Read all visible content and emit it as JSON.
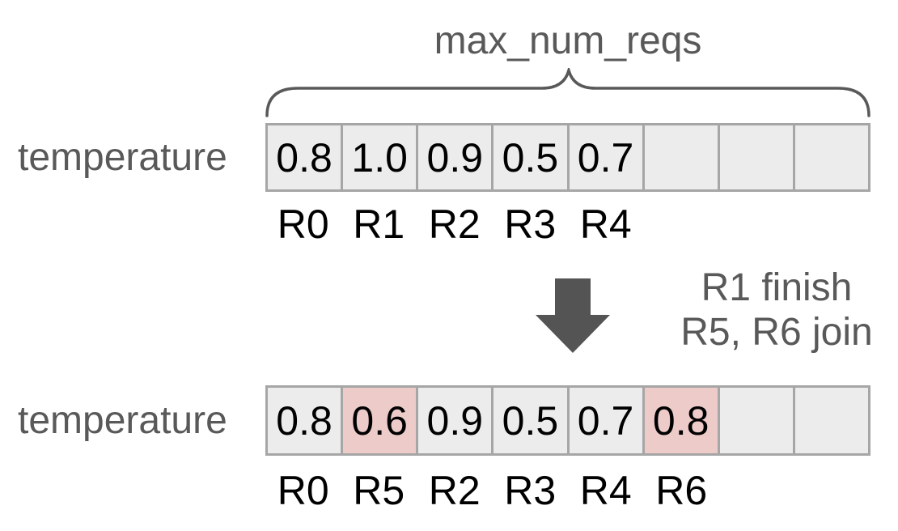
{
  "colors": {
    "text_gray": "#595959",
    "arrow_gray": "#545454",
    "cell_fill": "#ececec",
    "cell_border": "#a6a6a6",
    "cell_highlight": "#edcbc8",
    "value_black": "#000000"
  },
  "brace": {
    "label": "max_num_reqs"
  },
  "transition": {
    "line1": "R1 finish",
    "line2": "R5, R6 join",
    "arrow_icon": "down-arrow"
  },
  "tables": [
    {
      "row_label": "temperature",
      "cells": [
        {
          "value": "0.8",
          "highlighted": false
        },
        {
          "value": "1.0",
          "highlighted": false
        },
        {
          "value": "0.9",
          "highlighted": false
        },
        {
          "value": "0.5",
          "highlighted": false
        },
        {
          "value": "0.7",
          "highlighted": false
        },
        {
          "value": "",
          "highlighted": false
        },
        {
          "value": "",
          "highlighted": false
        },
        {
          "value": "",
          "highlighted": false
        }
      ],
      "request_labels": [
        "R0",
        "R1",
        "R2",
        "R3",
        "R4",
        "",
        "",
        ""
      ]
    },
    {
      "row_label": "temperature",
      "cells": [
        {
          "value": "0.8",
          "highlighted": false
        },
        {
          "value": "0.6",
          "highlighted": true
        },
        {
          "value": "0.9",
          "highlighted": false
        },
        {
          "value": "0.5",
          "highlighted": false
        },
        {
          "value": "0.7",
          "highlighted": false
        },
        {
          "value": "0.8",
          "highlighted": true
        },
        {
          "value": "",
          "highlighted": false
        },
        {
          "value": "",
          "highlighted": false
        }
      ],
      "request_labels": [
        "R0",
        "R5",
        "R2",
        "R3",
        "R4",
        "R6",
        "",
        ""
      ]
    }
  ]
}
